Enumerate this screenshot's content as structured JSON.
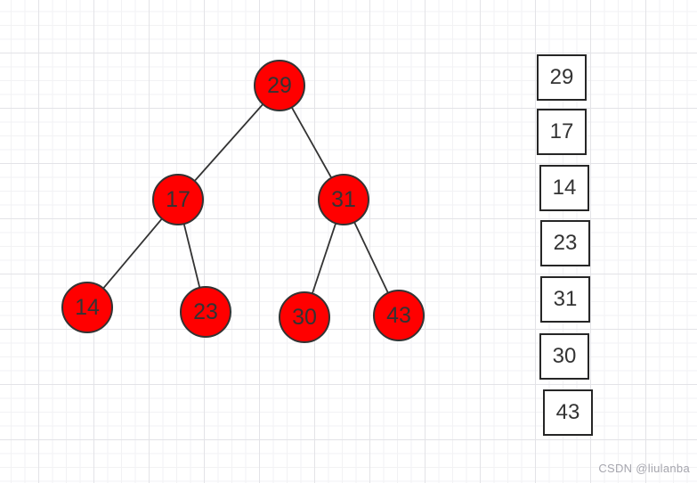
{
  "canvas": {
    "watermark": "CSDN @liulanba",
    "colors": {
      "node_fill": "#ff0000",
      "node_border": "#333333",
      "node_text": "#333333",
      "edge": "#333333",
      "box_border": "#262626",
      "box_fill": "#ffffff",
      "grid_minor": "#f2f2f4",
      "grid_major": "#e3e3e7",
      "watermark_text": "#a6a6ae"
    }
  },
  "tree": {
    "nodes": [
      {
        "value": "29"
      },
      {
        "value": "17"
      },
      {
        "value": "31"
      },
      {
        "value": "14"
      },
      {
        "value": "23"
      },
      {
        "value": "30"
      },
      {
        "value": "43"
      }
    ],
    "edges": [
      [
        "29",
        "17"
      ],
      [
        "29",
        "31"
      ],
      [
        "17",
        "14"
      ],
      [
        "17",
        "23"
      ],
      [
        "31",
        "30"
      ],
      [
        "31",
        "43"
      ]
    ]
  },
  "array": {
    "items": [
      {
        "value": "29"
      },
      {
        "value": "17"
      },
      {
        "value": "14"
      },
      {
        "value": "23"
      },
      {
        "value": "31"
      },
      {
        "value": "30"
      },
      {
        "value": "43"
      }
    ]
  }
}
